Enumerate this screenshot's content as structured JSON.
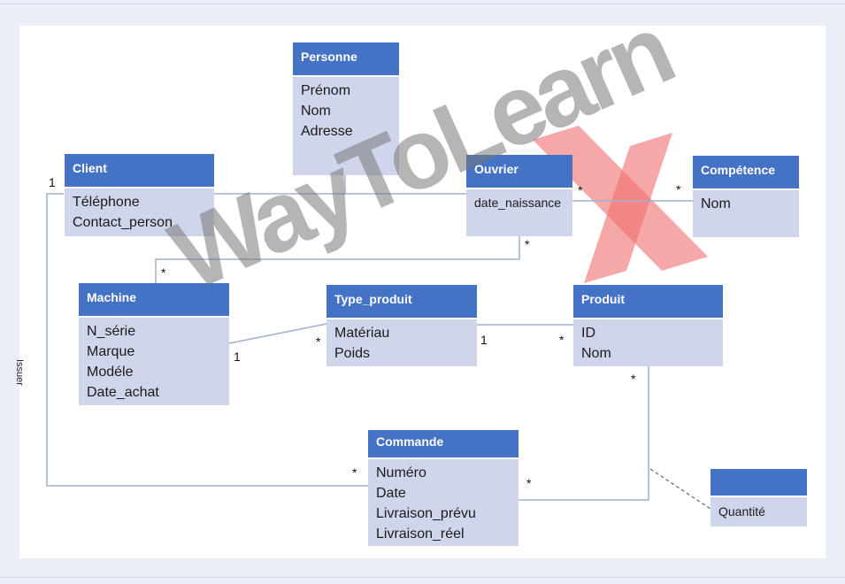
{
  "classes": {
    "personne": {
      "title": "Personne",
      "attrs": [
        "Prénom",
        "Nom",
        "Adresse"
      ]
    },
    "client": {
      "title": "Client",
      "attrs": [
        "Téléphone",
        "Contact_person"
      ]
    },
    "ouvrier": {
      "title": "Ouvrier",
      "attrs": [
        "date_naissance"
      ]
    },
    "competence": {
      "title": "Compétence",
      "attrs": [
        "Nom"
      ]
    },
    "machine": {
      "title": "Machine",
      "attrs": [
        "N_série",
        "Marque",
        "Modéle",
        "Date_achat"
      ]
    },
    "type_produit": {
      "title": "Type_produit",
      "attrs": [
        "Matériau",
        "Poids"
      ]
    },
    "produit": {
      "title": "Produit",
      "attrs": [
        "ID",
        "Nom"
      ]
    },
    "commande": {
      "title": "Commande",
      "attrs": [
        "Numéro",
        "Date",
        "Livraison_prévu",
        "Livraison_réel"
      ]
    },
    "assoc": {
      "title": "",
      "attrs": [
        "Quantité"
      ]
    }
  },
  "multiplicities": {
    "client_commande_one": "1",
    "ouvrier_competence_many": "*",
    "competence_ouvrier_many": "*",
    "ouvrier_machine_many": "*",
    "machine_ouvrier_many": "*",
    "machine_type_one": "1",
    "type_machine_many": "*",
    "type_produit_one": "1",
    "produit_type_many": "*",
    "produit_commande_many": "*",
    "commande_produit_many": "*",
    "commande_client_many": "*"
  },
  "labels": {
    "issuer": "Issuer"
  },
  "watermark": {
    "text": "WayToLearn",
    "mark": "X"
  },
  "colors": {
    "header": "#4472c4",
    "body": "#cfd5ea",
    "line": "#9fb0cf",
    "watermark_gray": "#8a8a8a",
    "watermark_red": "#f06e6e"
  }
}
